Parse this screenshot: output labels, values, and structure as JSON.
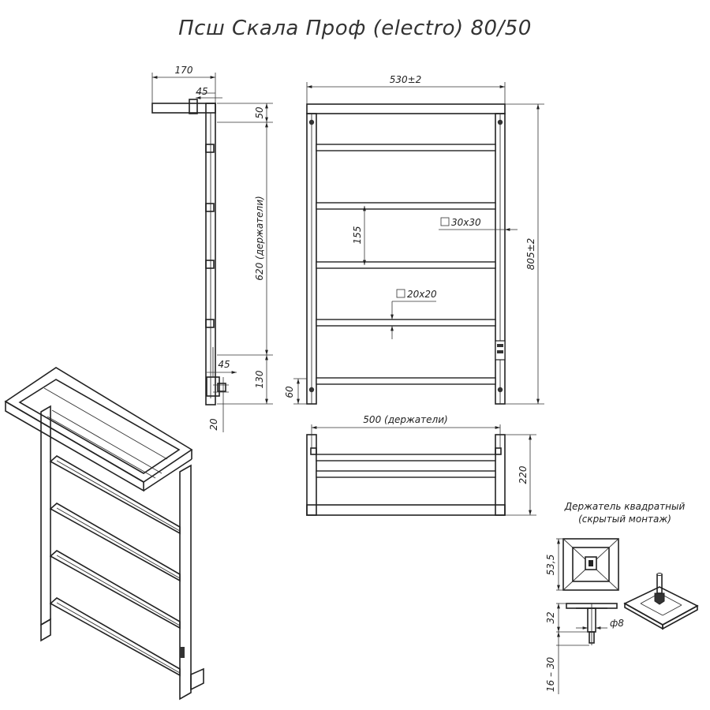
{
  "title": "Псш Скала Проф (electro) 80/50",
  "side_view": {
    "dim_depth": "170",
    "dim_offset_top": "45",
    "dim_top_gap": "50",
    "dim_holders": "620 (держатели)",
    "dim_offset_bottom": "45",
    "dim_bottom_gap": "130",
    "dim_wall": "20"
  },
  "front_view": {
    "dim_width": "530±2",
    "dim_height": "805±2",
    "dim_pitch": "155",
    "dim_bottom": "60",
    "profile_frame": "30х30",
    "profile_bar": "20х20"
  },
  "top_view": {
    "dim_holders": "500 (держатели)",
    "dim_depth": "220"
  },
  "holder_detail": {
    "caption_line1": "Держатель квадратный",
    "caption_line2": "(скрытый монтаж)",
    "dim_plate": "53,5",
    "dim_height": "32",
    "dim_diameter": "ф8",
    "dim_range": "16 – 30"
  }
}
